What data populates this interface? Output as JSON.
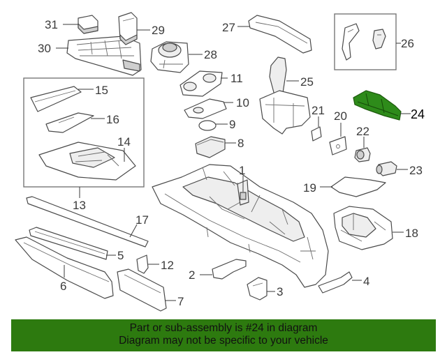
{
  "diagram": {
    "callouts": [
      "31",
      "30",
      "29",
      "28",
      "27",
      "26",
      "25",
      "24",
      "23",
      "22",
      "21",
      "20",
      "19",
      "18",
      "17",
      "16",
      "15",
      "14",
      "13",
      "12",
      "11",
      "10",
      "9",
      "8",
      "7",
      "6",
      "5",
      "4",
      "3",
      "2",
      "1"
    ],
    "highlight_part": "24",
    "colors": {
      "highlight": "#2e8b1a",
      "banner": "#2d7a0f",
      "line": "#4a4a4a"
    }
  },
  "banner": {
    "line1": "Part or sub-assembly is #24 in diagram",
    "line2": "Diagram may not be specific to your vehicle"
  }
}
